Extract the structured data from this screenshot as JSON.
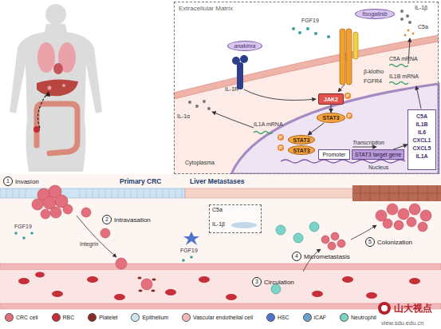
{
  "diagram": {
    "nodes": [
      {
        "text": [
          "Extracellular Matrix"
        ]
      },
      {
        "text": [
          "fisogatinib"
        ],
        "in": 0
      },
      {
        "text": [
          "anakinra"
        ],
        "in": 0
      },
      {
        "text": [
          "JAK2"
        ],
        "in": 0
      },
      {
        "text": [
          "STAT3"
        ],
        "in": 0
      },
      {
        "text": [
          "STAT3"
        ],
        "in": 0
      },
      {
        "text": [
          "STAT3"
        ],
        "in": 0
      },
      {
        "text": [
          "Promoter"
        ],
        "in": 0
      },
      {
        "text": [
          "STAT3 target gene"
        ],
        "in": 0
      },
      {
        "text": [
          "C5A IL1B IL6 CXCL1 CXCL5 IL1A"
        ],
        "in": 0
      },
      {
        "text": [
          "1",
          "Invasion"
        ]
      },
      {
        "text": [
          "2",
          "Intravasation"
        ]
      },
      {
        "text": [
          "3",
          "Circulation"
        ]
      },
      {
        "text": [
          "4",
          "Micrometastasis"
        ]
      },
      {
        "text": [
          "5",
          "Colonization"
        ]
      },
      {
        "text": [
          "C5a",
          "IL-1β"
        ]
      }
    ],
    "edges": [
      {
        "from": 3,
        "to": 4,
        "arrow": "to"
      },
      {
        "from": 4,
        "to": 5,
        "arrow": "to"
      },
      {
        "from": 8,
        "to": 9,
        "arrow": "to"
      }
    ],
    "labels": [
      "FGF19",
      "IL-1β",
      "C5a",
      "C5A mRNA",
      "IL1B mRNA",
      "β-klotho",
      "FGFR4",
      "IL-1R",
      "IL-1α",
      "IL1A mRNA",
      "P",
      "P",
      "P",
      "P",
      "Transcription",
      "Cytoplasma",
      "Nucleus",
      "Primary CRC",
      "Liver Metastases",
      "FGF19",
      "Integrin",
      "FGF19",
      "山大视点",
      "view.sdu.edu.cn"
    ],
    "legend": [
      {
        "text": "CRC cell",
        "color": "#e36f7c"
      },
      {
        "text": "RBC",
        "color": "#c62f3a"
      },
      {
        "text": "Platelet",
        "color": "#8a2a20"
      },
      {
        "text": "Epithelium",
        "color": "#cfe4f3"
      },
      {
        "text": "Vascular endothelial cell",
        "color": "#f0b8b8"
      },
      {
        "text": "HSC",
        "color": "#4f74d0"
      },
      {
        "text": "iCAF",
        "color": "#6aa0cc"
      },
      {
        "text": "Neutrophil",
        "color": "#7dd3c6"
      }
    ]
  }
}
